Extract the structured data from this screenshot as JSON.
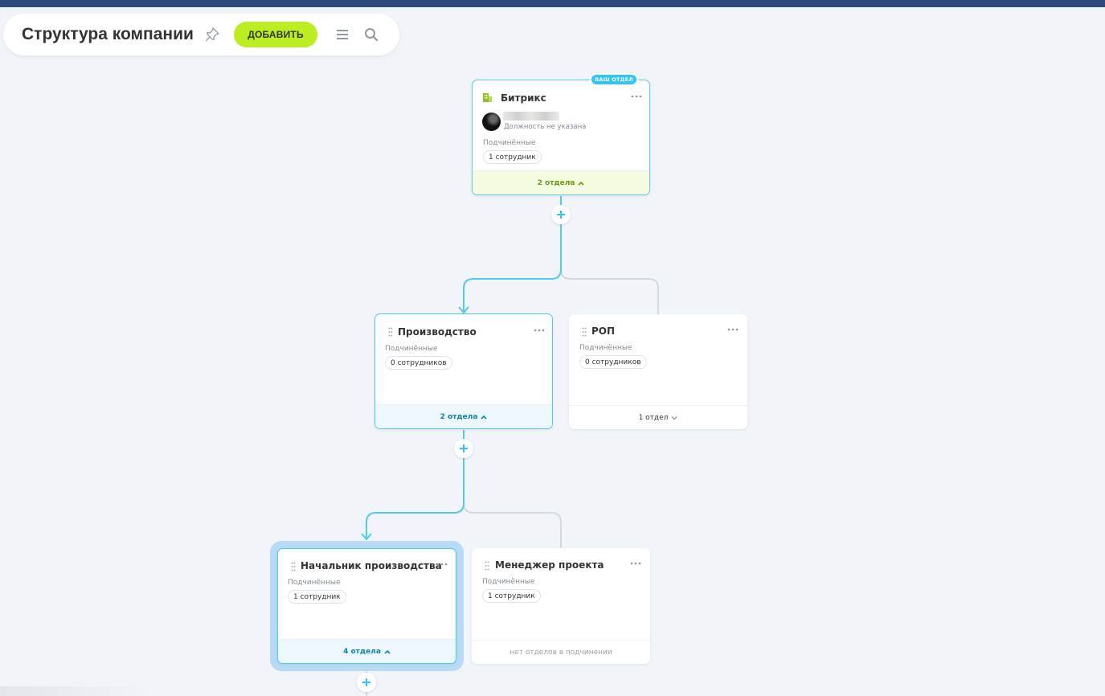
{
  "header": {
    "title": "Структура компании",
    "add_label": "ДОБАВИТЬ"
  },
  "colors": {
    "accent_blue": "#2fc6f6",
    "line_active": "#4ecbe8",
    "line_inactive": "#c9d1d9",
    "add_button": "#bbed21"
  },
  "root": {
    "name": "Битрикс",
    "badge": "ВАШ ОТДЕЛ",
    "position": "Должность не указана",
    "subordinates_label": "Подчинённые",
    "subordinates_count": "1 сотрудник",
    "footer": "2 отдела",
    "icon": "building-icon"
  },
  "level1": [
    {
      "name": "Производство",
      "subordinates_label": "Подчинённые",
      "subordinates_count": "0 сотрудников",
      "footer": "2 отдела"
    },
    {
      "name": "РОП",
      "subordinates_label": "Подчинённые",
      "subordinates_count": "0 сотрудников",
      "footer": "1 отдел"
    }
  ],
  "level2": [
    {
      "name": "Начальник производства",
      "subordinates_label": "Подчинённые",
      "subordinates_count": "1 сотрудник",
      "footer": "4 отдела"
    },
    {
      "name": "Менеджер проекта",
      "subordinates_label": "Подчинённые",
      "subordinates_count": "1 сотрудник",
      "footer": "нет отделов в подчинении"
    }
  ]
}
